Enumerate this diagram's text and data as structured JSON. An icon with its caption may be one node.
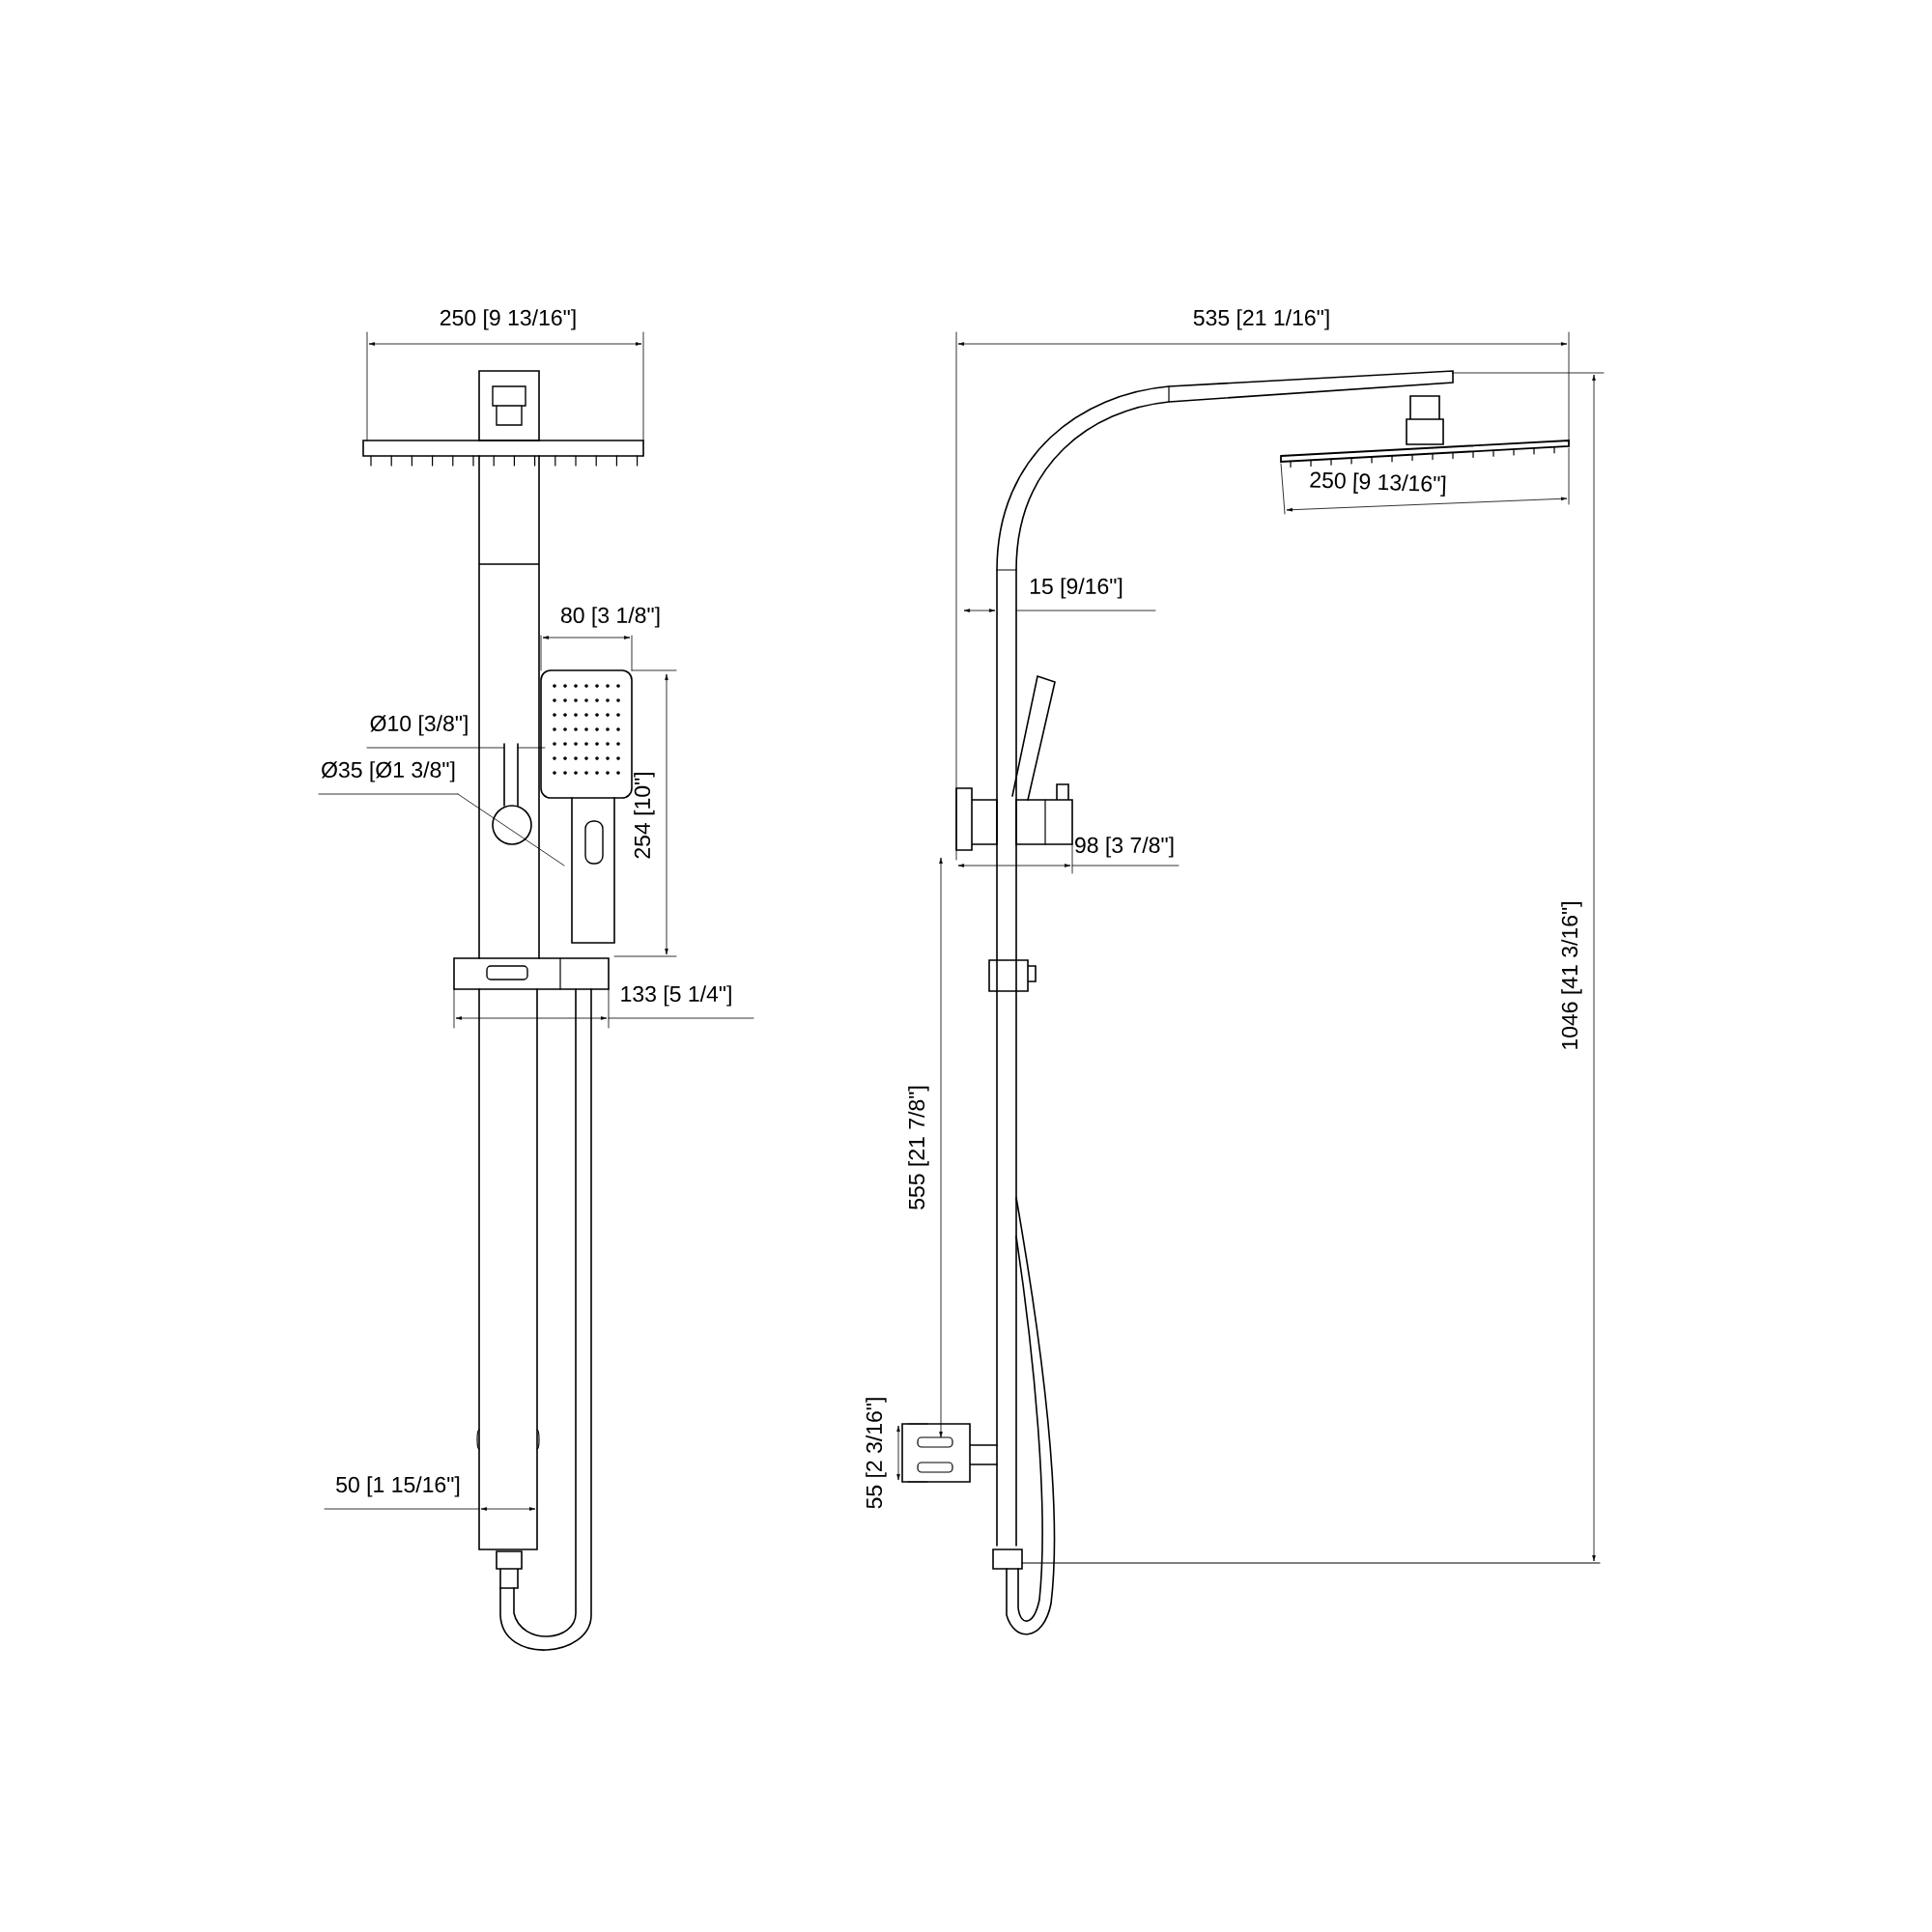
{
  "diagram": {
    "labels": [
      "250 [9 13/16\"]",
      "535 [21 1/16\"]",
      "250 [9 13/16\"]",
      "15 [9/16\"]",
      "80 [3 1/8\"]",
      "Ø10 [3/8\"]",
      "Ø35 [Ø1 3/8\"]",
      "254 [10\"]",
      "98 [3 7/8\"]",
      "1046 [41 3/16\"]",
      "133 [5 1/4\"]",
      "555 [21 7/8\"]",
      "55 [2 3/16\"]",
      "50 [1 15/16\"]"
    ]
  }
}
